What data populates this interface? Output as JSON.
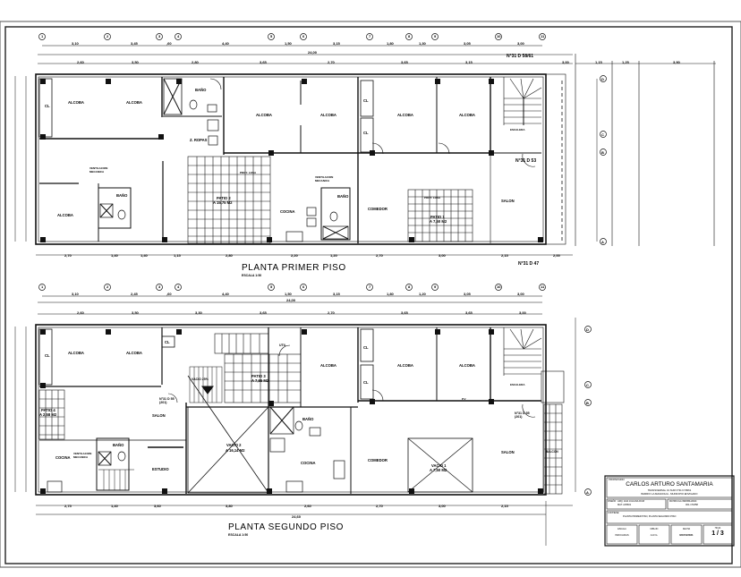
{
  "drawing": {
    "plans": [
      {
        "title": "PLANTA PRIMER PISO",
        "scale": "ESCALA 1:50",
        "axes_top": [
          "1",
          "2",
          "3",
          "4",
          "5",
          "6",
          "7",
          "8",
          "9",
          "10",
          "11"
        ],
        "axis_dims": [
          "3,10",
          "3,45",
          ",60",
          "4,40",
          "1,50",
          "3,15",
          "1,80",
          "1,30",
          "3,05",
          "3,00"
        ],
        "total_dim": "24,00",
        "inner_dims": [
          "2,60",
          "3,50",
          "2,80",
          "3,65",
          "2,70",
          "3,65",
          "3,15",
          "3,00"
        ],
        "bottom_dims": [
          "2,70",
          "1,40",
          "1,40",
          "1,15",
          "2,80",
          "2,20",
          "1,20",
          "2,70",
          "3,00",
          "2,15",
          "2,00"
        ],
        "axes_side": [
          "A",
          "B",
          "C",
          "D"
        ],
        "rooms": [
          "CL",
          "ALCOBA",
          "ALCOBA",
          "BAÑO",
          "Z. ROPAS",
          "ALCOBA",
          "ALCOBA",
          "CL",
          "CL",
          "ALCOBA",
          "ALCOBA",
          "ALCOBA",
          "BAÑO",
          "PATIO 2",
          "A 15,75 M2",
          "COCINA",
          "BAÑO",
          "COMEDOR",
          "PATIO 1",
          "A 7,50 M2",
          "SALON",
          "ESCALERA"
        ],
        "notes": [
          "VENTILACION MECANICA",
          "VENTILACION MECANICA",
          "PROY. LOSA",
          "PROY. LOSA"
        ],
        "addresses": [
          "N°31 D 58/61",
          "N°31 D 53",
          "N°31 D 47"
        ]
      },
      {
        "title": "PLANTA SEGUNDO PISO",
        "scale": "ESCALA 1:50",
        "axes_top": [
          "1",
          "2",
          "3",
          "4",
          "5",
          "6",
          "7",
          "8",
          "9",
          "10",
          "11"
        ],
        "axis_dims": [
          "3,10",
          "2,45",
          ",60",
          "4,40",
          "1,50",
          "3,15",
          "1,80",
          "1,20",
          "3,05",
          "3,00"
        ],
        "total_dim": "24,00",
        "inner_dims": [
          "2,60",
          "3,50",
          "3,30",
          "3,65",
          "2,70",
          "3,65",
          "3,65",
          "3,00"
        ],
        "bottom_dims": [
          "2,75",
          "1,40",
          "3,60",
          "3,80",
          "2,60",
          "2,70",
          "3,00",
          "2,15"
        ],
        "bottom_total": "24,60",
        "axes_side": [
          "A",
          "B",
          "C",
          "D"
        ],
        "rooms": [
          "CL",
          "ALCOBA",
          "ALCOBA",
          "CL",
          "ALCOBA",
          "CL",
          "CL",
          "ALCOBA",
          "ALCOBA",
          "PATIO 4",
          "A 2,58 M2",
          "SALON",
          "BAÑO",
          "COCINA",
          "ESTUDIO",
          "PATIO 3",
          "A 7,65 M2",
          "VACIO 2",
          "A 16,14 M2",
          "BAÑO",
          "COCINA",
          "COMEDOR",
          "VACIO 1",
          "A 7,50 M2",
          "SALON",
          "BALCON",
          "ESCALERA"
        ],
        "notes": [
          "VENTILACION MECANICA",
          "VACIO 25%",
          "UTIL",
          "P.V"
        ],
        "addresses": [
          "N°31 D 55 (201)",
          "N°31 D 55 (201)"
        ]
      }
    ],
    "section_dims": [
      "1,15",
      "1,25",
      "3,90"
    ],
    "side_dims": [
      "3,00",
      "1,40",
      ",80",
      "4,70"
    ]
  },
  "title_block": {
    "owner_label": "PROPIETARIO:",
    "owner": "CARLOS ARTURO SANTAMARIA",
    "address_1": "TRANSVERSAL 31 SUR N°31 D 58/61",
    "address_2": "BARRIO LA MAGNOLIA - MUNICIPIO ENVIGADO",
    "design_label": "DISEÑO:",
    "designer": "ARQ. ANA JULIANA RUIZ",
    "designer_mat": "MAT. A05601",
    "matricula_label": "MATRICULA INMOBILIARIA:",
    "matricula": "001-171858",
    "contents_label": "CONTIENE:",
    "contents": "PLANTA PRIMER PISO, PLANTA SEGUNDO PISO",
    "scale_label": "ESCALA",
    "scale_value": "INDICADAS",
    "drawn_label": "DIBUJO",
    "drawn_value": "A.R.G.",
    "date_label": "FECHA",
    "date_value": "MAYO/2021",
    "sheet_label": "HOJA",
    "sheet_value": "1 / 3"
  }
}
